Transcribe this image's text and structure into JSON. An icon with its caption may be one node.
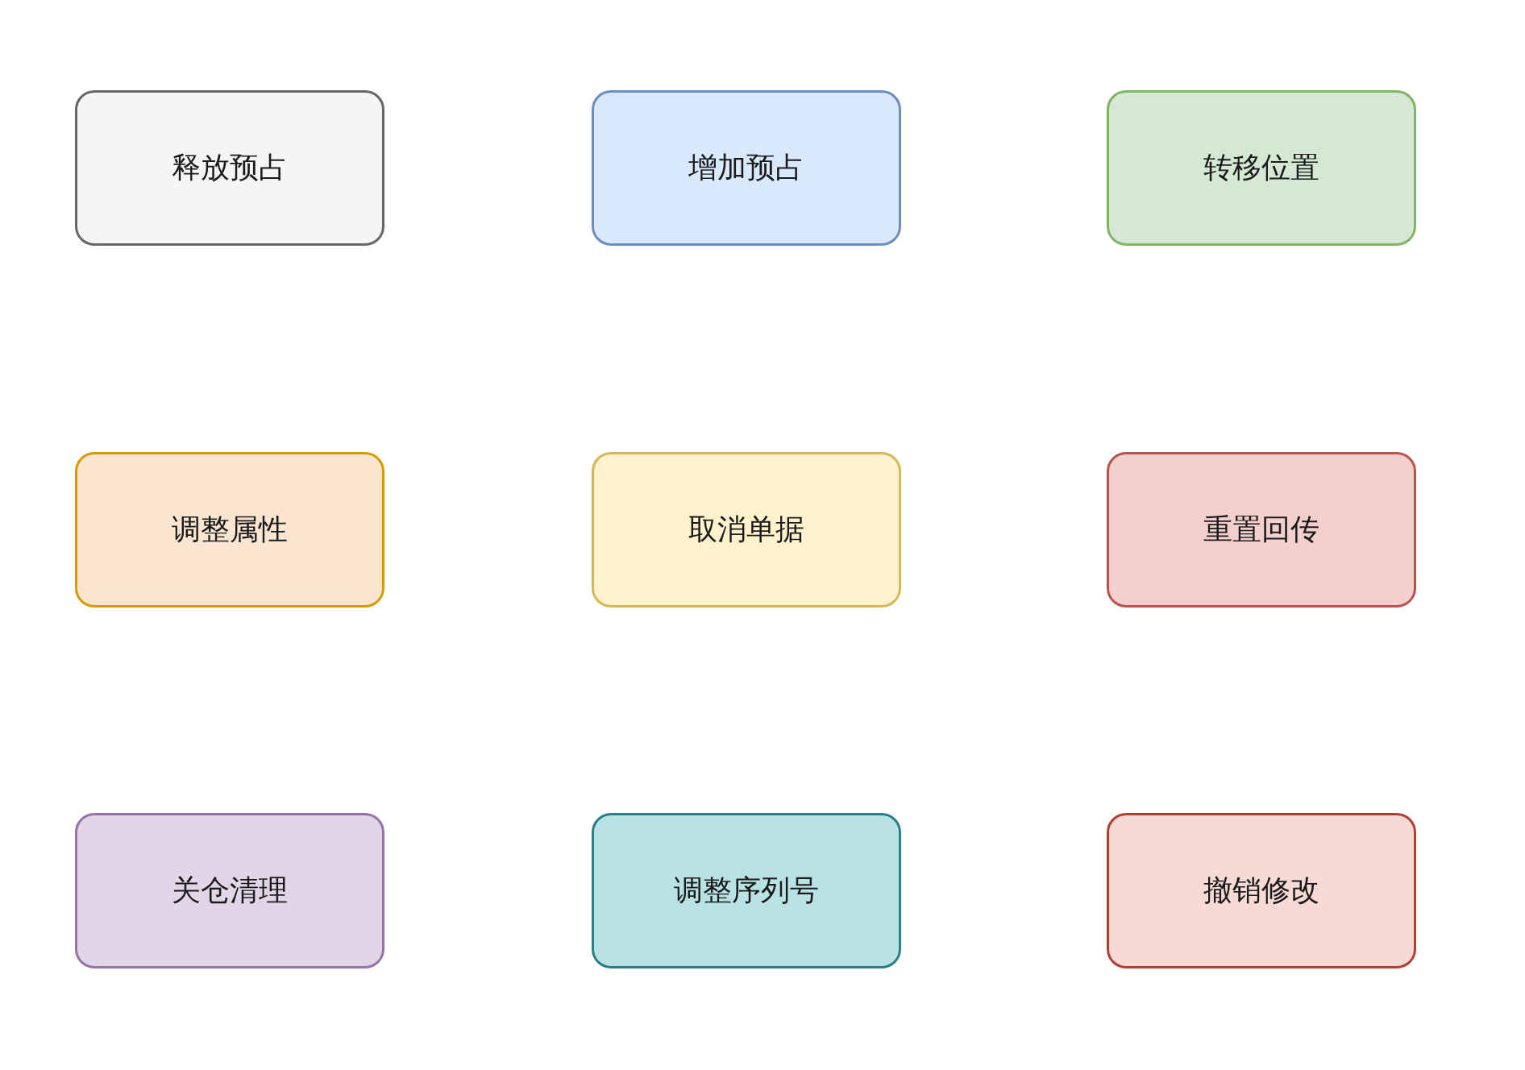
{
  "diagram": {
    "nodes": [
      {
        "text": [
          "释放预占"
        ]
      },
      {
        "text": [
          "增加预占"
        ]
      },
      {
        "text": [
          "转移位置"
        ]
      },
      {
        "text": [
          "调整属性"
        ]
      },
      {
        "text": [
          "取消单据"
        ]
      },
      {
        "text": [
          "重置回传"
        ]
      },
      {
        "text": [
          "关仓清理"
        ]
      },
      {
        "text": [
          "调整序列号"
        ]
      },
      {
        "text": [
          "撤销修改"
        ]
      }
    ]
  }
}
